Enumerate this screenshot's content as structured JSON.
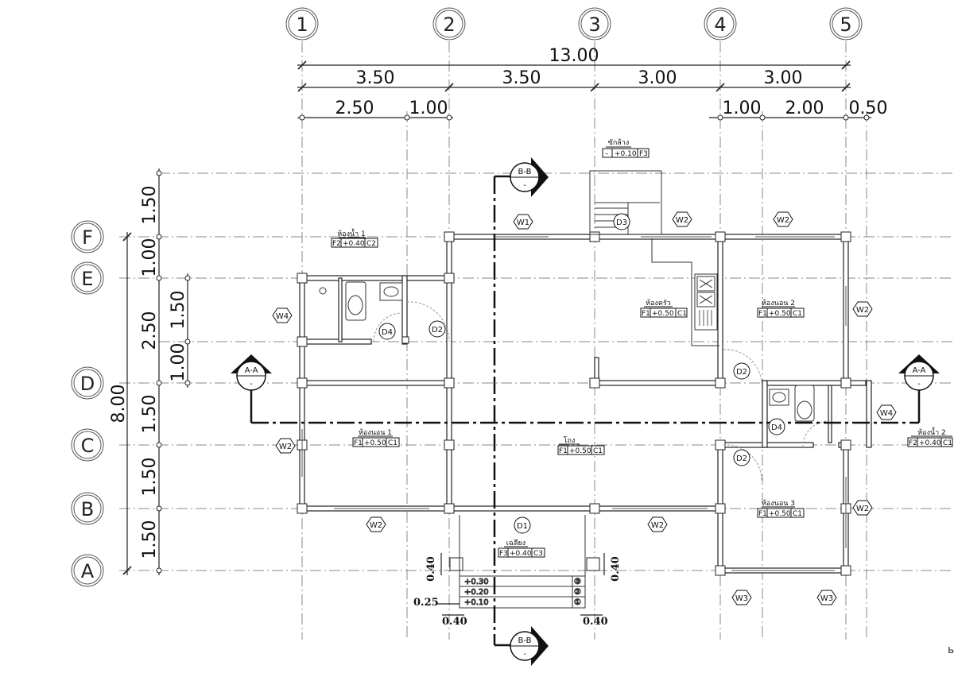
{
  "grid": {
    "columns": [
      "1",
      "2",
      "3",
      "4",
      "5"
    ],
    "rows": [
      "F",
      "E",
      "D",
      "C",
      "B",
      "A"
    ]
  },
  "dimensions": {
    "overall_x": "13.00",
    "bays_x": [
      "3.50",
      "3.50",
      "3.00",
      "3.00"
    ],
    "sub_x_left": [
      "2.50",
      "1.00"
    ],
    "sub_x_right": [
      "1.00",
      "2.00",
      "0.50"
    ],
    "overall_y": "8.00",
    "bays_y": [
      "1.50",
      "1.00",
      "2.50",
      "1.50",
      "1.50",
      "1.50"
    ],
    "sub_y": [
      "1.50",
      "1.00"
    ],
    "stair": {
      "left_top": "0.40",
      "right_top": "0.40",
      "step": "0.25",
      "left_bottom": "0.40",
      "right_bottom": "0.40"
    }
  },
  "rooms": [
    {
      "name": "ซักล้าง",
      "tag": [
        "–",
        "+0.10",
        "F3"
      ]
    },
    {
      "name": "ห้องน้ำ 1",
      "tag": [
        "F2",
        "+0.40",
        "C2"
      ]
    },
    {
      "name": "ห้องครัว",
      "tag": [
        "F1",
        "+0.50",
        "C1"
      ]
    },
    {
      "name": "ห้องนอน 2",
      "tag": [
        "F1",
        "+0.50",
        "C1"
      ]
    },
    {
      "name": "ห้องนอน 1",
      "tag": [
        "F1",
        "+0.50",
        "C1"
      ]
    },
    {
      "name": "โถง",
      "tag": [
        "F1",
        "+0.50",
        "C1"
      ]
    },
    {
      "name": "ห้องนอน 3",
      "tag": [
        "F1",
        "+0.50",
        "C1"
      ]
    },
    {
      "name": "เฉลียง",
      "tag": [
        "F3",
        "+0.40",
        "C3"
      ]
    },
    {
      "name": "ห้องน้ำ 2",
      "tag": [
        "F2",
        "+0.40",
        "C1"
      ]
    }
  ],
  "openings": {
    "doors": [
      "D1",
      "D2",
      "D2",
      "D2",
      "D3",
      "D4",
      "D4"
    ],
    "windows": [
      "W1",
      "W2",
      "W2",
      "W2",
      "W2",
      "W2",
      "W2",
      "W2",
      "W3",
      "W3",
      "W4",
      "W4"
    ]
  },
  "sections": {
    "aa": {
      "label": "A-A",
      "sub": "-"
    },
    "bb": {
      "label": "B-B",
      "sub": "-"
    }
  },
  "steps": [
    {
      "level": "+0.30",
      "num": "③"
    },
    {
      "level": "+0.20",
      "num": "②"
    },
    {
      "level": "+0.10",
      "num": "①"
    }
  ]
}
